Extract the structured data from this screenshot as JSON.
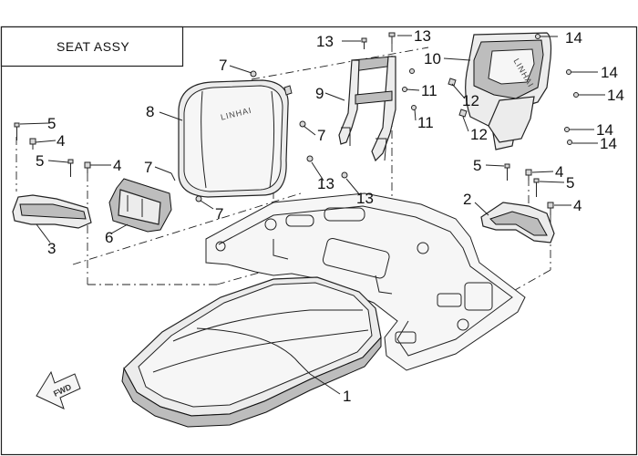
{
  "title": "SEAT ASSY",
  "forward_marker": "FWD",
  "brand_on_backrest": "LINHAI",
  "brand_on_bracket": "LINHAI",
  "parts": [
    {
      "id": "label-1",
      "text": "1"
    },
    {
      "id": "label-2",
      "text": "2"
    },
    {
      "id": "label-3",
      "text": "3"
    },
    {
      "id": "label-4a",
      "text": "4"
    },
    {
      "id": "label-4b",
      "text": "4"
    },
    {
      "id": "label-4c",
      "text": "4"
    },
    {
      "id": "label-4d",
      "text": "4"
    },
    {
      "id": "label-5a",
      "text": "5"
    },
    {
      "id": "label-5b",
      "text": "5"
    },
    {
      "id": "label-5c",
      "text": "5"
    },
    {
      "id": "label-5d",
      "text": "5"
    },
    {
      "id": "label-6",
      "text": "6"
    },
    {
      "id": "label-7a",
      "text": "7"
    },
    {
      "id": "label-7b",
      "text": "7"
    },
    {
      "id": "label-7c",
      "text": "7"
    },
    {
      "id": "label-7d",
      "text": "7"
    },
    {
      "id": "label-8",
      "text": "8"
    },
    {
      "id": "label-9",
      "text": "9"
    },
    {
      "id": "label-10",
      "text": "10"
    },
    {
      "id": "label-11a",
      "text": "11"
    },
    {
      "id": "label-11b",
      "text": "11"
    },
    {
      "id": "label-12a",
      "text": "12"
    },
    {
      "id": "label-12b",
      "text": "12"
    },
    {
      "id": "label-13a",
      "text": "13"
    },
    {
      "id": "label-13b",
      "text": "13"
    },
    {
      "id": "label-13c",
      "text": "13"
    },
    {
      "id": "label-13d",
      "text": "13"
    },
    {
      "id": "label-14a",
      "text": "14"
    },
    {
      "id": "label-14b",
      "text": "14"
    },
    {
      "id": "label-14c",
      "text": "14"
    },
    {
      "id": "label-14d",
      "text": "14"
    },
    {
      "id": "label-14e",
      "text": "14"
    }
  ]
}
